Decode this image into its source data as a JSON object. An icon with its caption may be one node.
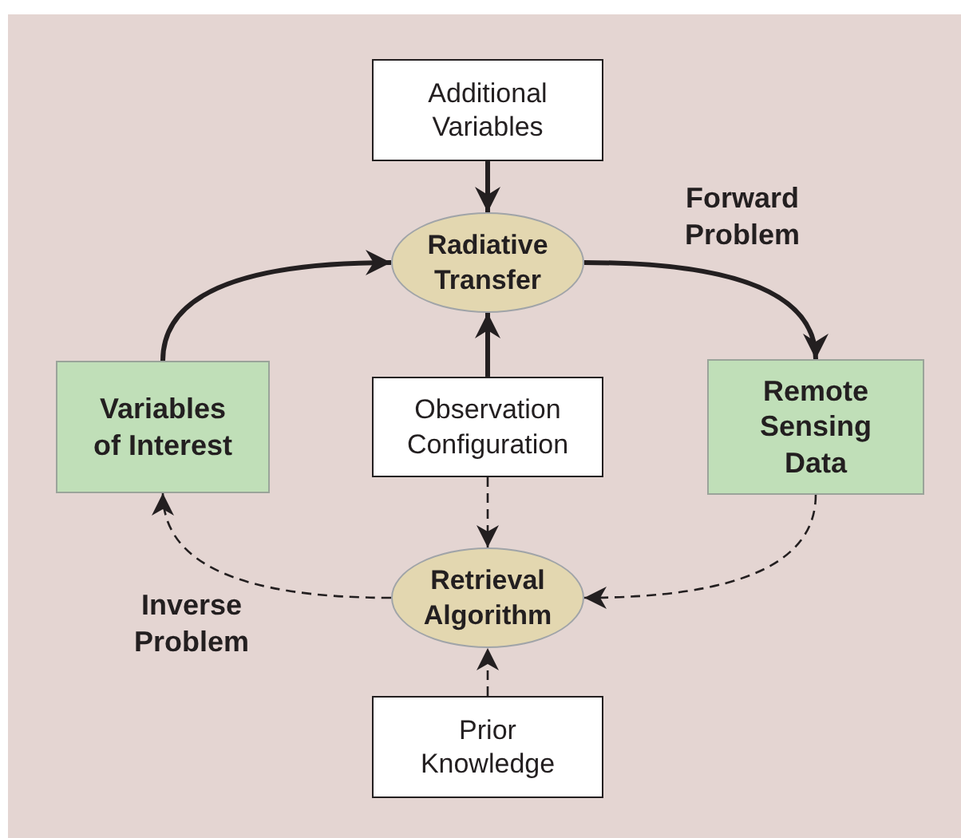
{
  "diagram": {
    "nodes": [
      {
        "text": [
          "Additional Variables"
        ]
      },
      {
        "text": [
          "Radiative Transfer"
        ]
      },
      {
        "text": [
          "Variables of Interest"
        ]
      },
      {
        "text": [
          "Observation Configuration"
        ]
      },
      {
        "text": [
          "Remote Sensing Data"
        ]
      },
      {
        "text": [
          "Retrieval Algorithm"
        ]
      },
      {
        "text": [
          "Prior Knowledge"
        ]
      }
    ],
    "edges": [
      {
        "from": 0,
        "to": 1,
        "arrow": "to",
        "style": "thick"
      },
      {
        "from": 2,
        "to": 1,
        "arrow": "to",
        "style": "thick"
      },
      {
        "from": 1,
        "to": 4,
        "arrow": "to",
        "style": "thick"
      },
      {
        "from": 3,
        "to": 1,
        "arrow": "to",
        "style": "thick"
      },
      {
        "from": 3,
        "to": 5,
        "arrow": "to",
        "style": "dashed"
      },
      {
        "from": 4,
        "to": 5,
        "arrow": "to",
        "style": "dashed"
      },
      {
        "from": 5,
        "to": 2,
        "arrow": "to",
        "style": "dashed"
      },
      {
        "from": 6,
        "to": 5,
        "arrow": "to",
        "style": "dashed"
      }
    ],
    "labels": [
      "Forward Problem",
      "Inverse Problem"
    ]
  }
}
